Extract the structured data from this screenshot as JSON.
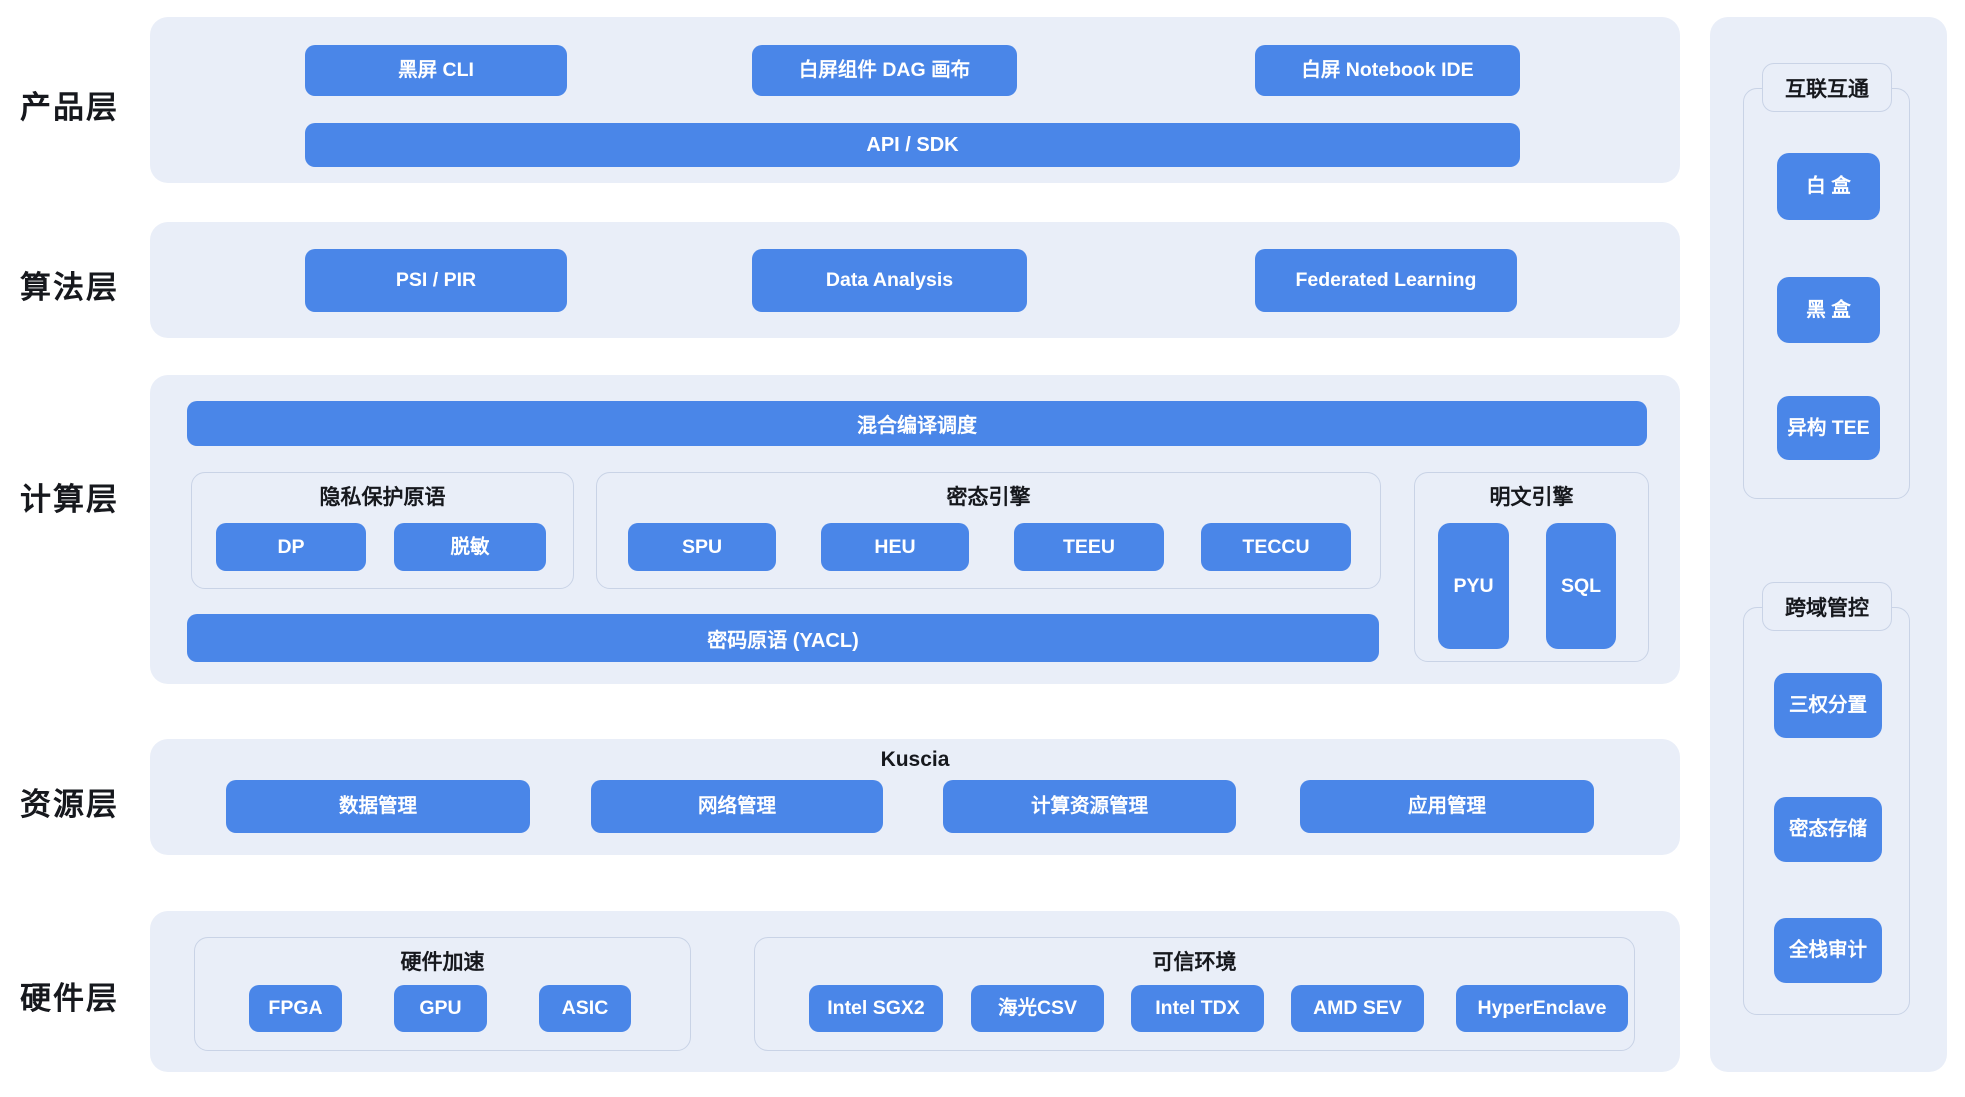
{
  "layer_labels": {
    "product": "产品层",
    "algorithm": "算法层",
    "compute": "计算层",
    "resource": "资源层",
    "hardware": "硬件层"
  },
  "product": {
    "buttons": [
      "黑屏 CLI",
      "白屏组件 DAG 画布",
      "白屏 Notebook IDE"
    ],
    "api_bar": "API / SDK"
  },
  "algorithm": {
    "buttons": [
      "PSI / PIR",
      "Data Analysis",
      "Federated Learning"
    ]
  },
  "compute": {
    "scheduler_bar": "混合编译调度",
    "privacy_group": {
      "title": "隐私保护原语",
      "buttons": [
        "DP",
        "脱敏"
      ]
    },
    "cipher_group": {
      "title": "密态引擎",
      "buttons": [
        "SPU",
        "HEU",
        "TEEU",
        "TECCU"
      ]
    },
    "plain_group": {
      "title": "明文引擎",
      "buttons": [
        "PYU",
        "SQL"
      ]
    },
    "crypto_bar": "密码原语 (YACL)"
  },
  "resource": {
    "title": "Kuscia",
    "buttons": [
      "数据管理",
      "网络管理",
      "计算资源管理",
      "应用管理"
    ]
  },
  "hardware": {
    "accel_group": {
      "title": "硬件加速",
      "buttons": [
        "FPGA",
        "GPU",
        "ASIC"
      ]
    },
    "tee_group": {
      "title": "可信环境",
      "buttons": [
        "Intel SGX2",
        "海光CSV",
        "Intel TDX",
        "AMD SEV",
        "HyperEnclave"
      ]
    }
  },
  "sidebar": {
    "interconnect": {
      "title": "互联互通",
      "buttons": [
        "白 盒",
        "黑 盒",
        "异构 TEE"
      ]
    },
    "governance": {
      "title": "跨域管控",
      "buttons": [
        "三权分置",
        "密态存储",
        "全栈审计"
      ]
    }
  },
  "colors": {
    "accent": "#4a86e8",
    "panel_bg": "#e9eef8",
    "group_border": "#c9d3e6",
    "text": "#16181d",
    "button_text": "#ffffff"
  }
}
